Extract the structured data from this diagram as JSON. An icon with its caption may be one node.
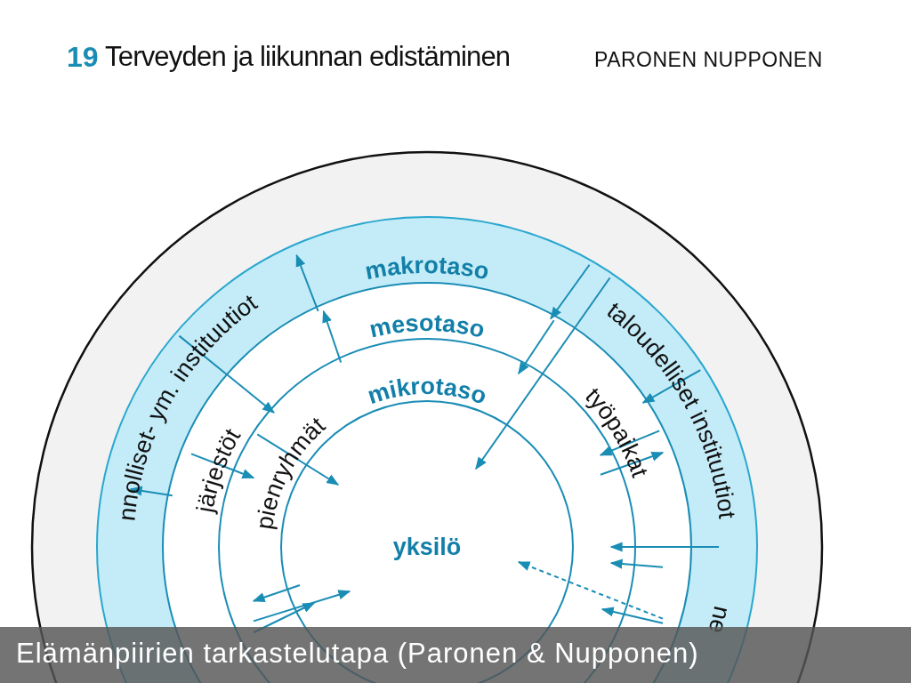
{
  "diagram": {
    "title": "Terveyden ja liikunnan edistäminen",
    "caption": "Elämänpiirien tarkastelutapa (Paronen & Nupponen)",
    "nodes": [
      {
        "text": [],
        "shape": "circle"
      },
      {
        "text": [
          "makrotaso",
          "nnolliset- ym. instituutiot",
          "taloudelliset instituutiot",
          "ne"
        ],
        "in": 0
      },
      {
        "text": [
          "mesotaso",
          "järjestöt",
          "työpaikat"
        ],
        "in": 1
      },
      {
        "text": [
          "mikrotaso",
          "pienryhmät"
        ],
        "in": 2
      },
      {
        "text": [
          "yksilö"
        ],
        "in": 3
      }
    ],
    "edges": [
      {
        "from": 2,
        "to": 1,
        "arrow": "to"
      },
      {
        "from": 3,
        "to": 2,
        "arrow": "to"
      },
      {
        "from": 1,
        "to": 3,
        "arrow": "to"
      },
      {
        "from": 2,
        "to": 3,
        "arrow": "to"
      },
      {
        "from": 2,
        "to": 1,
        "arrow": "to"
      },
      {
        "from": 3,
        "to": 4,
        "arrow": "to"
      },
      {
        "from": 1,
        "to": 2,
        "arrow": "to"
      },
      {
        "from": 2,
        "to": 3,
        "arrow": "to"
      },
      {
        "from": 1,
        "to": 4,
        "arrow": "to"
      },
      {
        "from": 1,
        "to": 2,
        "arrow": "to"
      },
      {
        "from": 2,
        "to": 3,
        "arrow": "to"
      },
      {
        "from": 3,
        "to": 2,
        "arrow": "to"
      },
      {
        "from": 1,
        "to": 3,
        "arrow": "to"
      },
      {
        "from": 2,
        "to": 3,
        "arrow": "to"
      },
      {
        "from": 2,
        "to": 4,
        "arrow": "to",
        "style": "dashed"
      },
      {
        "from": 4,
        "to": 3,
        "arrow": "to"
      },
      {
        "from": 3,
        "to": 4,
        "arrow": "to"
      },
      {
        "from": 3,
        "to": 4,
        "arrow": "to"
      },
      {
        "from": 2,
        "to": 3,
        "arrow": "to"
      }
    ],
    "labels": [
      "19",
      "PARONEN NUPPONEN"
    ]
  }
}
